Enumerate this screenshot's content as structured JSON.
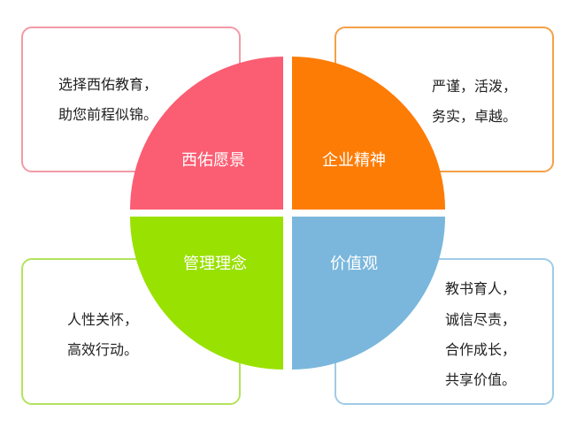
{
  "colors": {
    "vision": "#fb5d72",
    "spirit": "#fd7c06",
    "management": "#99e100",
    "values": "#7bb7dc",
    "vision_border": "#f29aa6",
    "spirit_border": "#f5a047",
    "management_border": "#b3e35e",
    "values_border": "#9fcbe6"
  },
  "quadrants": {
    "vision": {
      "label": "西佑愿景"
    },
    "spirit": {
      "label": "企业精神"
    },
    "management": {
      "label": "管理理念"
    },
    "values": {
      "label": "价值观"
    }
  },
  "cards": {
    "vision": {
      "lines": [
        "选择西佑教育，",
        "助您前程似锦。"
      ]
    },
    "spirit": {
      "lines": [
        "严谨，活泼，",
        "务实，卓越。"
      ]
    },
    "management": {
      "lines": [
        "人性关怀，",
        "高效行动。"
      ]
    },
    "values": {
      "lines": [
        "教书育人，",
        "诚信尽责，",
        "合作成长，",
        "共享价值。"
      ]
    }
  }
}
